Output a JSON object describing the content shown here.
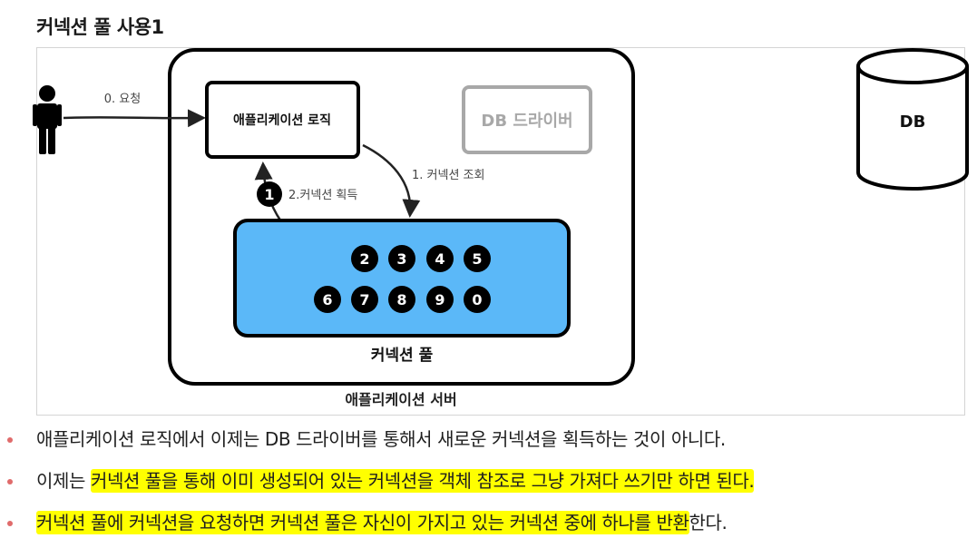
{
  "heading": "커넥션 풀 사용1",
  "diagram": {
    "request_label": "0. 요청",
    "app_logic_label": "애플리케이션 로직",
    "db_driver_label": "DB 드라이버",
    "lookup_label": "1. 커넥션 조회",
    "acquire_label": "2.커넥션 획득",
    "taken_connection": "1",
    "pool_connections": [
      "2",
      "3",
      "4",
      "5",
      "6",
      "7",
      "8",
      "9",
      "0"
    ],
    "pool_label": "커넥션 풀",
    "server_label": "애플리케이션 서버",
    "db_label": "DB"
  },
  "bullets": [
    {
      "plain_before": "애플리케이션 로직에서 이제는 DB 드라이버를 통해서 새로운 커넥션을 획득하는 것이 아니다.",
      "highlight": "",
      "plain_after": ""
    },
    {
      "plain_before": "이제는 ",
      "highlight": "커넥션 풀을 통해 이미 생성되어 있는 커넥션을 객체 참조로 그냥 가져다 쓰기만 하면 된다.",
      "plain_after": ""
    },
    {
      "plain_before": "",
      "highlight": "커넥션 풀에 커넥션을 요청하면 커넥션 풀은 자신이 가지고 있는 커넥션 중에 하나를 반환",
      "plain_after": "한다."
    }
  ],
  "colors": {
    "pool_fill": "#5bb8f8",
    "highlight": "#ffff00",
    "bullet_dot": "#e06b6b",
    "driver_gray": "#a8a8a8"
  }
}
